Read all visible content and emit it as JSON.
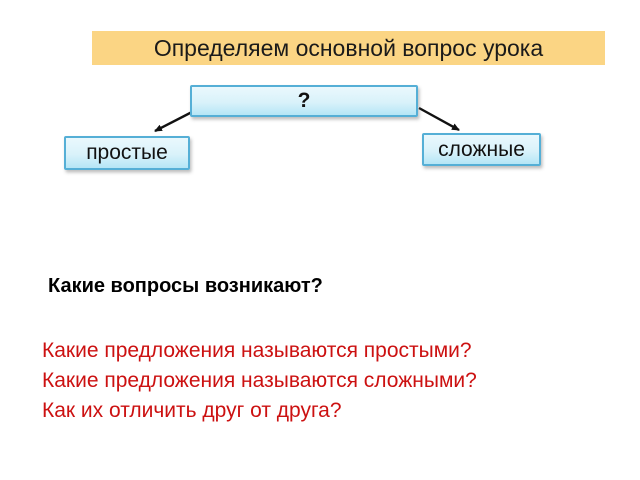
{
  "slide": {
    "title": "Определяем основной вопрос урока",
    "diagram": {
      "root_label": "?",
      "left_label": "простые",
      "right_label": "сложные"
    },
    "question_heading": "Какие вопросы возникают?",
    "questions": [
      "Какие предложения называются простыми?",
      "Какие предложения называются сложными?",
      "Как их отличить друг от друга?"
    ],
    "colors": {
      "banner_bg": "#FBD584",
      "box_border": "#55AFD6",
      "box_fill_top": "#EAF8FD",
      "box_fill_bottom": "#B5E6F6",
      "question_red": "#CC1111",
      "arrow_black": "#111111"
    }
  }
}
